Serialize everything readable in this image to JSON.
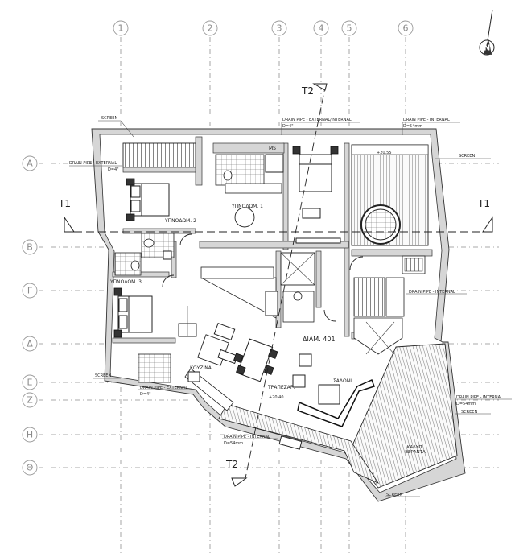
{
  "grid": {
    "columns": [
      "1",
      "2",
      "3",
      "4",
      "5",
      "6"
    ],
    "rows": [
      "A",
      "B",
      "Γ",
      "Δ",
      "E",
      "Z",
      "H",
      "Θ"
    ]
  },
  "sections": {
    "t1_left": "T1",
    "t1_right": "T1",
    "t2_top": "T2",
    "t2_bottom": "T2"
  },
  "rooms": {
    "bedroom1": "ΥΠΝΟΔΩΜ. 1",
    "bedroom2": "ΥΠΝΟΔΩΜ. 2",
    "bedroom3": "ΥΠΝΟΔΩΜ. 3",
    "kitchen": "ΚΟΥΖΙΝΑ",
    "dining": "ΤΡΑΠΕΖΑΡ.",
    "living": "ΣΑΛΟΝΙ",
    "apartment": "ΔΙΑΜ. 401",
    "ms": "MS",
    "veranda_line1": "ΚΑΛΥΠ.",
    "veranda_line2": "ΒΕΡΑΝΤΑ"
  },
  "notes": {
    "screen_top": "SCREEN",
    "drain_top_line1": "DRAIN PIPE - EXTERNAL/INTERNAL",
    "drain_top_line2": "D=4\"",
    "drain_topright_line1": "DRAIN PIPE - INTERNAL",
    "drain_topright_line2": "D=54mm",
    "drain_left_line1": "DRAIN PIPE - EXTERNAL",
    "drain_left_line2": "D=4\"",
    "screen_right_top": "SCREEN",
    "drain_mid_right": "DRAIN PIPE - INTERNAL",
    "screen_left_bottom": "SCREEN",
    "drain_bottom_left_line1": "DRAIN PIPE - EXTERNAL",
    "drain_bottom_left_line2": "D=4\"",
    "drain_right_bottom_line1": "DRAIN PIPE - INTERNAL",
    "drain_right_bottom_line2": "D=54mm",
    "screen_right_bottom": "SCREEN",
    "drain_bottom_line1": "DRAIN PIPE - INTERNAL",
    "drain_bottom_line2": "D=54mm",
    "screen_bottom": "SCREEN",
    "level_top": "+20.55",
    "level_dining": "+20.40"
  },
  "compass": {
    "north": "N"
  }
}
